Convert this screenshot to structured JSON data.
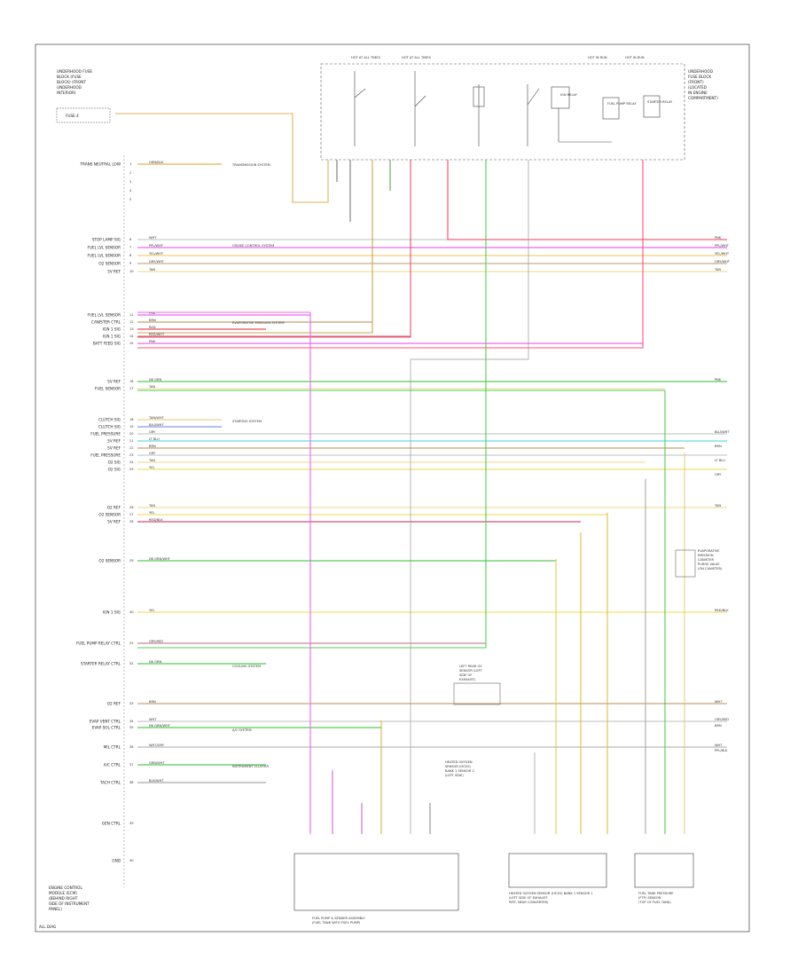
{
  "diagram": {
    "top_left_note": [
      "UNDERHOOD FUSE",
      "BLOCK (FUSE",
      "BLOCK) (FRONT",
      "UNDERHOOD",
      "INTERIOR)"
    ],
    "fuse_label": "FUSE 4",
    "top_right_note": [
      "UNDERHOOD",
      "FUSE BLOCK",
      "(FRONT)",
      "(LOCATED",
      "IN ENGINE",
      "COMPARTMENT)"
    ],
    "top_box_items": [
      "HOT AT ALL TIMES",
      "HOT AT ALL TIMES",
      "HOT IN RUN",
      "HOT IN RUN"
    ],
    "relays": [
      "IGN RELAY",
      "FUEL PUMP RELAY",
      "STARTER RELAY"
    ],
    "ecm_pins": [
      "TRANS NEUTRAL LOW",
      "",
      "",
      "",
      "",
      "STOP LAMP SIG",
      "FUEL LVL SENSOR",
      "FUEL LVL SENSOR",
      "O2 SENSOR",
      "5V REF",
      "FUEL LVL SENSOR",
      "CANISTER CTRL",
      "IGN 1 SIG",
      "IGN 1 SIG",
      "BATT FEED SIG",
      "5V REF",
      "FUEL SENSOR",
      "CLUTCH SIG",
      "CLUTCH SIG",
      "FUEL PRESSURE",
      "5V REF",
      "5V REF",
      "FUEL PRESSURE",
      "O2 SIG",
      "O2 SIG",
      "O2 REF",
      "O2 SENSOR",
      "5V REF",
      "O2 SENSOR",
      "IGN 1 SIG",
      "FUEL PUMP RELAY CTRL",
      "STARTER RELAY CTRL",
      "O2 REF",
      "EVAP VENT CTRL",
      "EVAP SOL CTRL",
      "MIL CTRL",
      "A/C CTRL",
      "TACH CTRL",
      "GEN CTRL",
      "GND"
    ],
    "wire_colors": [
      "ORN/BLK",
      "WHT",
      "PPL/WHT",
      "YEL/WHT",
      "GRY/WHT",
      "TAN",
      "PNK",
      "BRN",
      "RED",
      "RED/WHT",
      "PNK",
      "DK GRN",
      "TAN",
      "TAN/WHT",
      "BLU/WHT",
      "GRY",
      "LT BLU",
      "BRN",
      "GRY",
      "TAN",
      "YEL",
      "TAN",
      "YEL",
      "RED/BLK",
      "DK GRN/WHT",
      "YEL",
      "GRY/RED",
      "DK GRN",
      "BRN",
      "WHT",
      "DK GRN/WHT",
      "WHT/GRY",
      "GRN/WHT",
      "BLK/WHT"
    ],
    "right_side_labels": [
      "PNK",
      "PPL/WHT",
      "YEL/WHT",
      "GRY/WHT",
      "TAN",
      "PNK",
      "BLU/WHT",
      "BRN",
      "LT BLU",
      "GRY",
      "TAN",
      "RED/BLK",
      "WHT",
      "GRY/RED",
      "BRN",
      "WHT",
      "PPL/BLK"
    ],
    "side_notes": [
      "TRANSMISSION SYSTEM",
      "CRUISE CONTROL SYSTEM",
      "EVAPORATIVE EMISSION SYSTEM",
      "STARTING SYSTEM",
      "COOLING SYSTEM",
      "A/C SYSTEM",
      "INSTRUMENT CLUSTER"
    ],
    "right_mid_note": [
      "EVAPORATIVE",
      "EMISSION",
      "CANISTER",
      "PURGE VALVE",
      "(ON CANISTER)"
    ],
    "middle_note": [
      "LEFT REAR O2",
      "SENSOR (LEFT",
      "SIDE OF",
      "EXHAUST)"
    ],
    "lower_note": [
      "HEATED OXYGEN",
      "SENSOR (HO2S)",
      "BANK 1 SENSOR 2",
      "(LEFT SIDE)"
    ],
    "bottom_modules": [
      [
        "FUEL PUMP & SENDER ASSEMBLY",
        "(FUEL TANK WITH FUEL PUMP)"
      ],
      [
        "HEATED OXYGEN SENSOR (HO2S) BANK 1 SENSOR 1",
        "(LEFT SIDE OF EXHAUST",
        "PIPE, NEAR CONVERTER)"
      ],
      [
        "FUEL TANK PRESSURE",
        "(FTP) SENSOR",
        "(TOP OF FUEL TANK)"
      ]
    ],
    "bottom_left_note": [
      "ENGINE CONTROL",
      "MODULE (ECM)",
      "(BEHIND RIGHT",
      "SIDE OF INSTRUMENT",
      "PANEL)"
    ],
    "footer": "ALL DIAG"
  }
}
